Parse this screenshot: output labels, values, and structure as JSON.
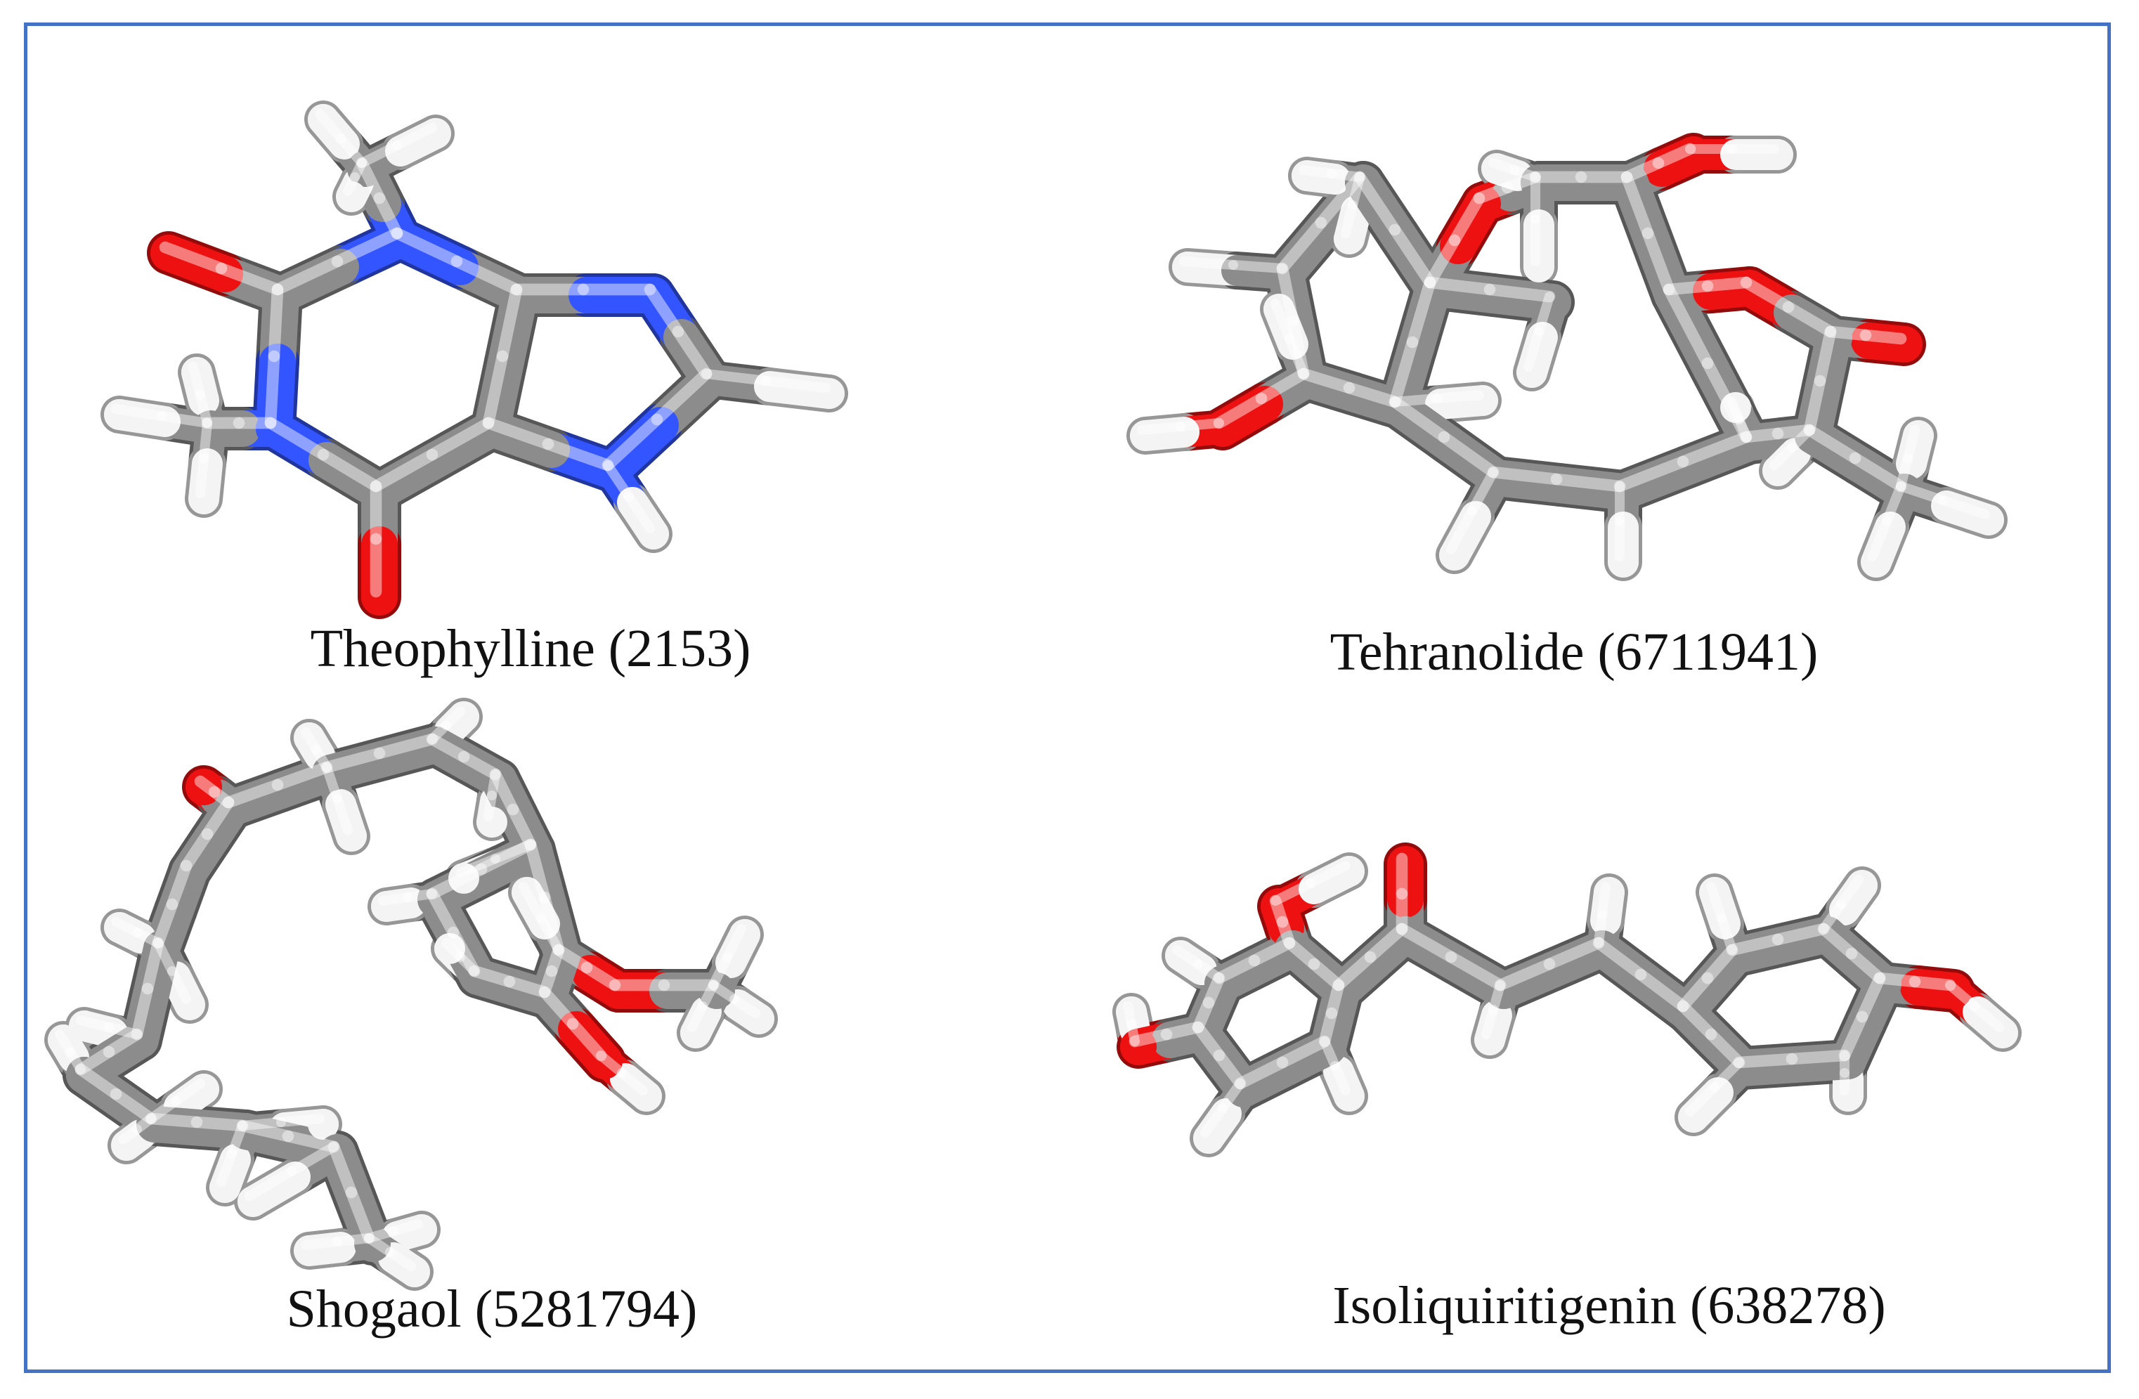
{
  "colors": {
    "frame": "#4472c4",
    "carbon": "#8c8c8c",
    "oxygen": "#ee1111",
    "nitrogen": "#3355ff",
    "hydrogen": "#f4f4f4"
  },
  "molecules": [
    {
      "name": "Theophylline",
      "cid": "(2153)",
      "label": "Theophylline (2153)"
    },
    {
      "name": "Tehranolide",
      "cid": "(6711941)",
      "label": "Tehranolide (6711941)"
    },
    {
      "name": "Shogaol",
      "cid": "(5281794)",
      "label": "Shogaol (5281794)"
    },
    {
      "name": "Isoliquiritigenin",
      "cid": "(638278)",
      "label": "Isoliquiritigenin (638278)"
    }
  ]
}
